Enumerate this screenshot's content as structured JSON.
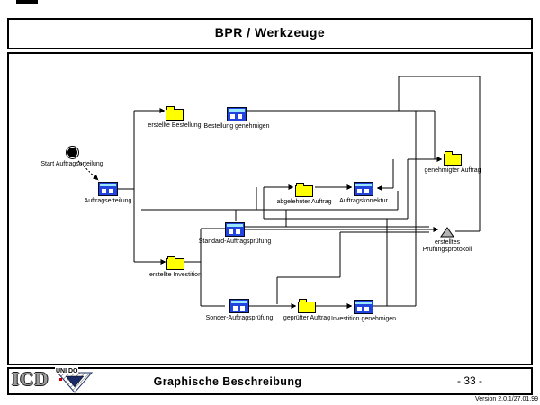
{
  "title_bar": {
    "title": "BPR / Werkzeuge"
  },
  "diagram": {
    "nodes": [
      {
        "id": "erstellte-bestellung",
        "type": "document",
        "label": "erstellte Bestellung"
      },
      {
        "id": "bestellung-genehmigen",
        "type": "function",
        "label": "Bestellung genehmigen"
      },
      {
        "id": "start-auftragserteilung",
        "type": "start-event",
        "label": "Start Auftragserteilung"
      },
      {
        "id": "auftragserteilung",
        "type": "function",
        "label": "Auftragserteilung"
      },
      {
        "id": "abgelehnter-auftrag",
        "type": "document",
        "label": "abgelehnter Auftrag"
      },
      {
        "id": "auftragskorrektur",
        "type": "function",
        "label": "Auftragskorrektur"
      },
      {
        "id": "genehmigter-auftrag",
        "type": "document",
        "label": "genehmigter Auftrag"
      },
      {
        "id": "standard-auftragspruefung",
        "type": "function",
        "label": "Standard-Auftragsprüfung"
      },
      {
        "id": "pruefungsprotokoll",
        "type": "output",
        "label": "erstelltes",
        "label2": "Prüfungsprotokoll"
      },
      {
        "id": "erstellte-investition",
        "type": "document",
        "label": "erstellte Investition"
      },
      {
        "id": "sonder-auftragspruefung",
        "type": "function",
        "label": "Sonder-Auftragsprüfung"
      },
      {
        "id": "gepruefter-auftrag",
        "type": "document",
        "label": "geprüfter Auftrag"
      },
      {
        "id": "investition-genehmigen",
        "type": "function",
        "label": "Investition genehmigen"
      }
    ]
  },
  "footer": {
    "logo_text": "ICD",
    "uni_logo_text": "UNI DO",
    "caption": "Graphische Beschreibung",
    "page_number": "- 33 -",
    "version": "Version 2.0.1/27.01.99"
  },
  "colors": {
    "document": "#ffff00",
    "function": "#2244dd",
    "function_top": "#99e6ff",
    "output_triangle": "#b3b3b3",
    "line": "#000000"
  }
}
